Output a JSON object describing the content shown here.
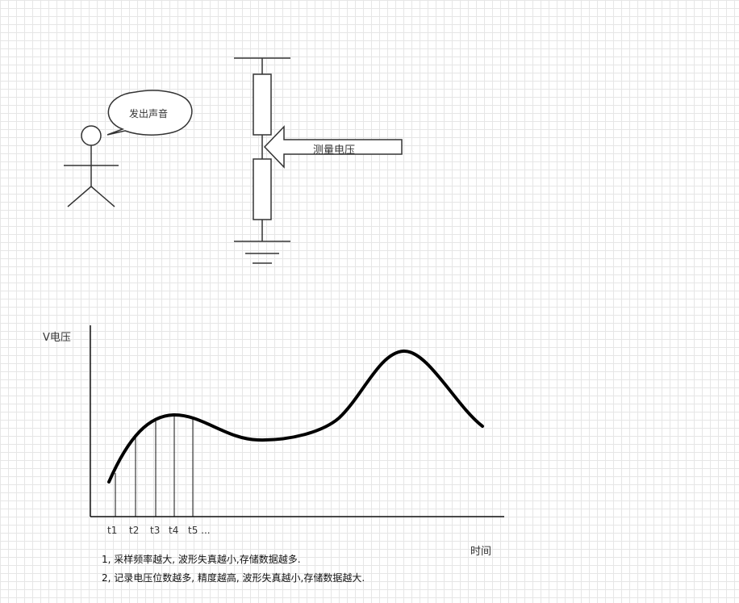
{
  "speech_bubble": {
    "text": "发出声音"
  },
  "circuit": {
    "arrow_label": "测量电压"
  },
  "chart": {
    "y_axis_label": "V电压",
    "x_axis_label": "时间",
    "sample_labels": [
      "t1",
      "t2",
      "t3",
      "t4",
      "t5 ..."
    ]
  },
  "notes": [
    "1, 采样频率越大, 波形失真越小,存储数据越多.",
    "2, 记录电压位数越多, 精度越高, 波形失真越小,存储数据越大."
  ]
}
